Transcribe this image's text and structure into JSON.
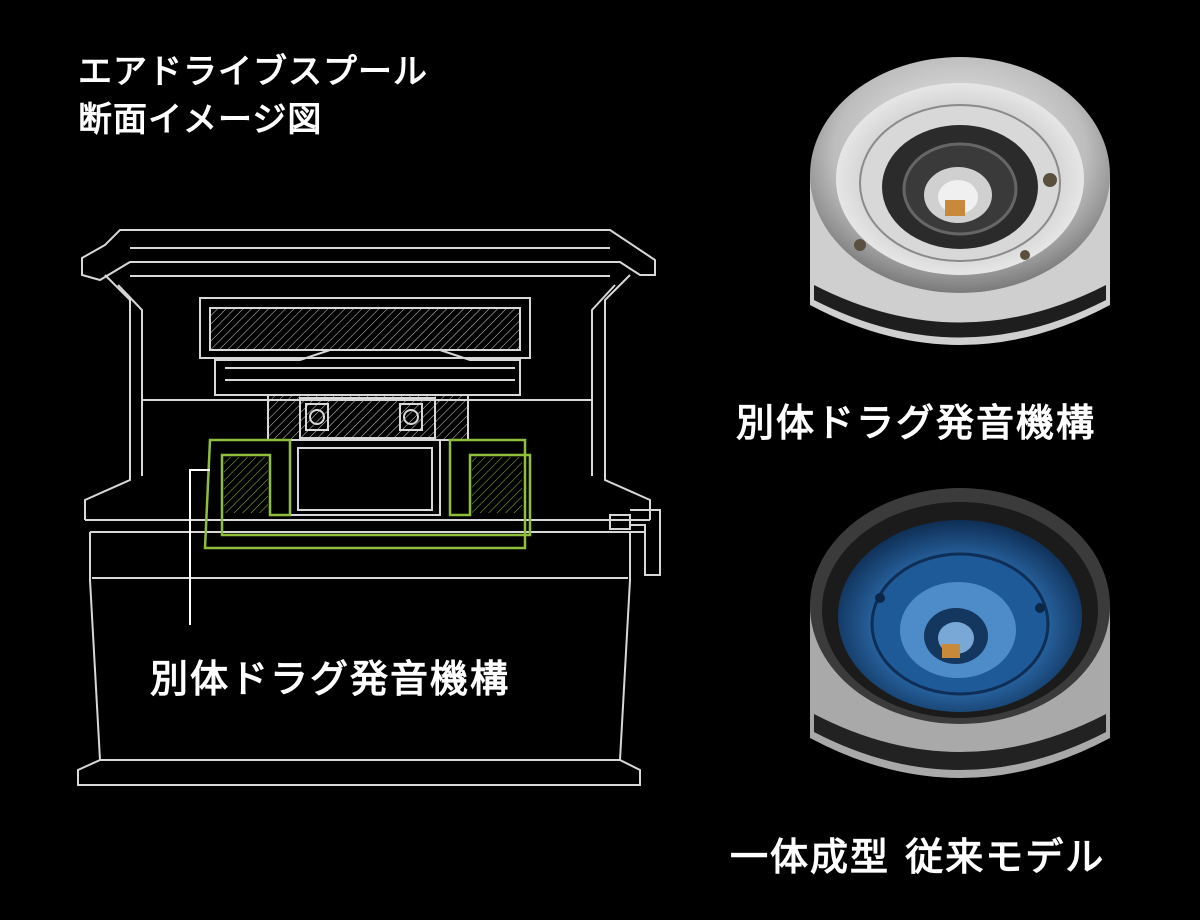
{
  "heading": {
    "line1": "エアドライブスプール",
    "line2": "断面イメージ図"
  },
  "diagram": {
    "callout_label": "別体ドラグ発音機構",
    "highlight_color": "#8fbe3c",
    "line_color": "#d8d8d8"
  },
  "photos": {
    "top_caption": "別体ドラグ発音機構",
    "bottom_caption": "一体成型 従来モデル"
  }
}
